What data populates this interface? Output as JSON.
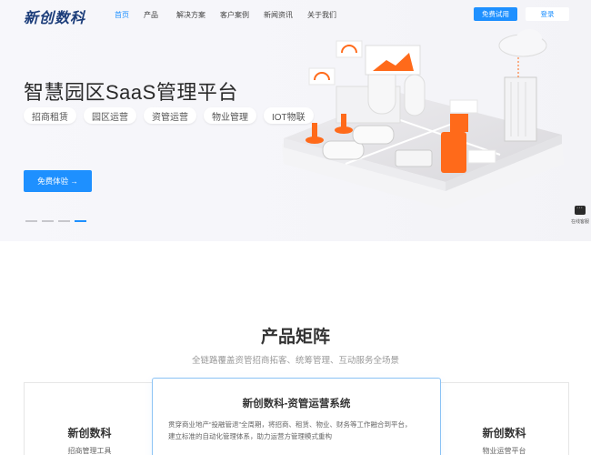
{
  "header": {
    "logo": "新创数科",
    "nav": [
      {
        "label": "首页",
        "active": true
      },
      {
        "label": "产品",
        "active": false
      },
      {
        "label": "解决方案",
        "active": false
      },
      {
        "label": "客户案例",
        "active": false
      },
      {
        "label": "新闻资讯",
        "active": false
      },
      {
        "label": "关于我们",
        "active": false
      }
    ],
    "trial_button": "免费试用",
    "login_button": "登录"
  },
  "hero": {
    "title": "智慧园区SaaS管理平台",
    "tags": [
      "招商租赁",
      "园区运营",
      "资管运营",
      "物业管理",
      "IOT物联"
    ],
    "cta": "免费体验 →",
    "carousel": {
      "count": 4,
      "active_index": 3
    }
  },
  "service": {
    "label": "在线客服",
    "icon": "chat-bubble-icon"
  },
  "products": {
    "title": "产品矩阵",
    "subtitle": "全链路覆盖资管招商拓客、统筹管理、互动服务全场景",
    "cards": [
      {
        "title": "新创数科",
        "subtitle": "招商管理工具"
      },
      {
        "title": "新创数科-资管运营系统",
        "description": "贯穿商业地产“投融管退”全周期，将招商、租赁、物业、财务等工作融合到平台，建立标准的自动化管理体系，助力运营方管理模式重构"
      },
      {
        "title": "新创数科",
        "subtitle": "物业运营平台"
      }
    ]
  },
  "colors": {
    "accent": "#1e90ff",
    "logo": "#1c3d7a",
    "illustration_accent": "#ff6a1a",
    "hero_bg": "#f6f6fa"
  }
}
